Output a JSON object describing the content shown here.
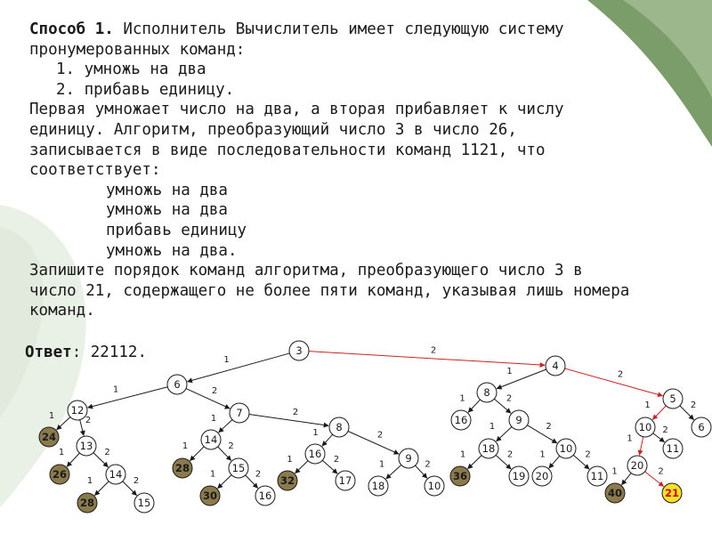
{
  "problem": {
    "method_label": "Способ 1.",
    "line1_rest": " Исполнитель Вычислитель имеет следующую систему",
    "line2": "пронумерованных команд:",
    "command1": "1. умножь на два",
    "command2": "2. прибавь единицу.",
    "para": [
      "Первая умножает число на два, а вторая прибавляет к числу",
      "единицу. Алгоритм, преобразующий число 3 в число 26,",
      "записывается в виде последовательности команд 1121, что",
      "соответствует:"
    ],
    "steps": [
      "умножь на два",
      "умножь на два",
      "прибавь единицу",
      "умножь на два."
    ],
    "task": [
      "Запишите порядок команд алгоритма, преобразующего число 3 в",
      "число 21, содержащего не более пяти команд, указывая лишь номера",
      "команд."
    ]
  },
  "answer": {
    "label": "Ответ",
    "value": ": 22112."
  },
  "colors": {
    "normal_fill": "#ffffff",
    "overflow_fill": "#8b7a4b",
    "target_fill": "#f2e22c",
    "red_edge": "#cc2222",
    "edge": "#1a1a1a"
  },
  "tree": {
    "nodes": [
      {
        "id": "n3",
        "label": "3",
        "type": "normal"
      },
      {
        "id": "n6",
        "label": "6",
        "type": "normal"
      },
      {
        "id": "n4",
        "label": "4",
        "type": "normal"
      },
      {
        "id": "n12",
        "label": "12",
        "type": "normal"
      },
      {
        "id": "n7",
        "label": "7",
        "type": "normal"
      },
      {
        "id": "n8a",
        "label": "8",
        "type": "normal"
      },
      {
        "id": "n5",
        "label": "5",
        "type": "normal"
      },
      {
        "id": "n24",
        "label": "24",
        "type": "overflow"
      },
      {
        "id": "n13",
        "label": "13",
        "type": "normal"
      },
      {
        "id": "n14a",
        "label": "14",
        "type": "normal"
      },
      {
        "id": "n8b",
        "label": "8",
        "type": "normal"
      },
      {
        "id": "n16a",
        "label": "16",
        "type": "normal"
      },
      {
        "id": "n9a",
        "label": "9",
        "type": "normal"
      },
      {
        "id": "n10a",
        "label": "10",
        "type": "normal"
      },
      {
        "id": "n6b",
        "label": "6",
        "type": "normal"
      },
      {
        "id": "n26",
        "label": "26",
        "type": "overflow"
      },
      {
        "id": "n14b",
        "label": "14",
        "type": "normal"
      },
      {
        "id": "n28a",
        "label": "28",
        "type": "overflow"
      },
      {
        "id": "n15a",
        "label": "15",
        "type": "normal"
      },
      {
        "id": "n16b",
        "label": "16",
        "type": "normal"
      },
      {
        "id": "n9b",
        "label": "9",
        "type": "normal"
      },
      {
        "id": "n18a",
        "label": "18",
        "type": "normal"
      },
      {
        "id": "n10b",
        "label": "10",
        "type": "normal"
      },
      {
        "id": "n11a",
        "label": "11",
        "type": "normal"
      },
      {
        "id": "n20",
        "label": "20",
        "type": "normal"
      },
      {
        "id": "n28b",
        "label": "28",
        "type": "overflow"
      },
      {
        "id": "n15b",
        "label": "15",
        "type": "normal"
      },
      {
        "id": "n30",
        "label": "30",
        "type": "overflow"
      },
      {
        "id": "n16c",
        "label": "16",
        "type": "normal"
      },
      {
        "id": "n32",
        "label": "32",
        "type": "overflow"
      },
      {
        "id": "n17",
        "label": "17",
        "type": "normal"
      },
      {
        "id": "n18b",
        "label": "18",
        "type": "normal"
      },
      {
        "id": "n10c",
        "label": "10",
        "type": "normal"
      },
      {
        "id": "n36",
        "label": "36",
        "type": "overflow"
      },
      {
        "id": "n19",
        "label": "19",
        "type": "normal"
      },
      {
        "id": "n20b",
        "label": "20",
        "type": "normal"
      },
      {
        "id": "n11b",
        "label": "11",
        "type": "normal"
      },
      {
        "id": "n40",
        "label": "40",
        "type": "overflow"
      },
      {
        "id": "n21",
        "label": "21",
        "type": "target"
      }
    ],
    "edges": [
      {
        "from": "n3",
        "to": "n6",
        "label": "1"
      },
      {
        "from": "n3",
        "to": "n4",
        "label": "2",
        "highlight": true
      },
      {
        "from": "n6",
        "to": "n12",
        "label": "1"
      },
      {
        "from": "n6",
        "to": "n7",
        "label": "2"
      },
      {
        "from": "n4",
        "to": "n8a",
        "label": "1"
      },
      {
        "from": "n4",
        "to": "n5",
        "label": "2",
        "highlight": true
      },
      {
        "from": "n12",
        "to": "n24",
        "label": "1"
      },
      {
        "from": "n12",
        "to": "n13",
        "label": "2"
      },
      {
        "from": "n7",
        "to": "n14a",
        "label": "1"
      },
      {
        "from": "n7",
        "to": "n8b",
        "label": "2"
      },
      {
        "from": "n8a",
        "to": "n16a",
        "label": "1"
      },
      {
        "from": "n8a",
        "to": "n9a",
        "label": "2"
      },
      {
        "from": "n5",
        "to": "n10a",
        "label": "1",
        "highlight": true
      },
      {
        "from": "n5",
        "to": "n6b",
        "label": "2"
      },
      {
        "from": "n13",
        "to": "n26",
        "label": "1"
      },
      {
        "from": "n13",
        "to": "n14b",
        "label": "2"
      },
      {
        "from": "n14a",
        "to": "n28a",
        "label": "1"
      },
      {
        "from": "n14a",
        "to": "n15a",
        "label": "2"
      },
      {
        "from": "n8b",
        "to": "n16b",
        "label": "1"
      },
      {
        "from": "n8b",
        "to": "n9b",
        "label": "2"
      },
      {
        "from": "n9a",
        "to": "n18a",
        "label": "1"
      },
      {
        "from": "n9a",
        "to": "n10b",
        "label": "2"
      },
      {
        "from": "n10a",
        "to": "n20",
        "label": "1",
        "highlight": true
      },
      {
        "from": "n10a",
        "to": "n11a",
        "label": "2"
      },
      {
        "from": "n14b",
        "to": "n28b",
        "label": "1"
      },
      {
        "from": "n14b",
        "to": "n15b",
        "label": "2"
      },
      {
        "from": "n15a",
        "to": "n30",
        "label": "1"
      },
      {
        "from": "n15a",
        "to": "n16c",
        "label": "2"
      },
      {
        "from": "n16b",
        "to": "n32",
        "label": "1"
      },
      {
        "from": "n16b",
        "to": "n17",
        "label": "2"
      },
      {
        "from": "n9b",
        "to": "n18b",
        "label": "1"
      },
      {
        "from": "n9b",
        "to": "n10c",
        "label": "2"
      },
      {
        "from": "n18a",
        "to": "n36",
        "label": "1"
      },
      {
        "from": "n18a",
        "to": "n19",
        "label": "2"
      },
      {
        "from": "n10b",
        "to": "n20b",
        "label": "1"
      },
      {
        "from": "n10b",
        "to": "n11b",
        "label": "2"
      },
      {
        "from": "n20",
        "to": "n40",
        "label": "1"
      },
      {
        "from": "n20",
        "to": "n21",
        "label": "2",
        "highlight": true
      }
    ]
  }
}
